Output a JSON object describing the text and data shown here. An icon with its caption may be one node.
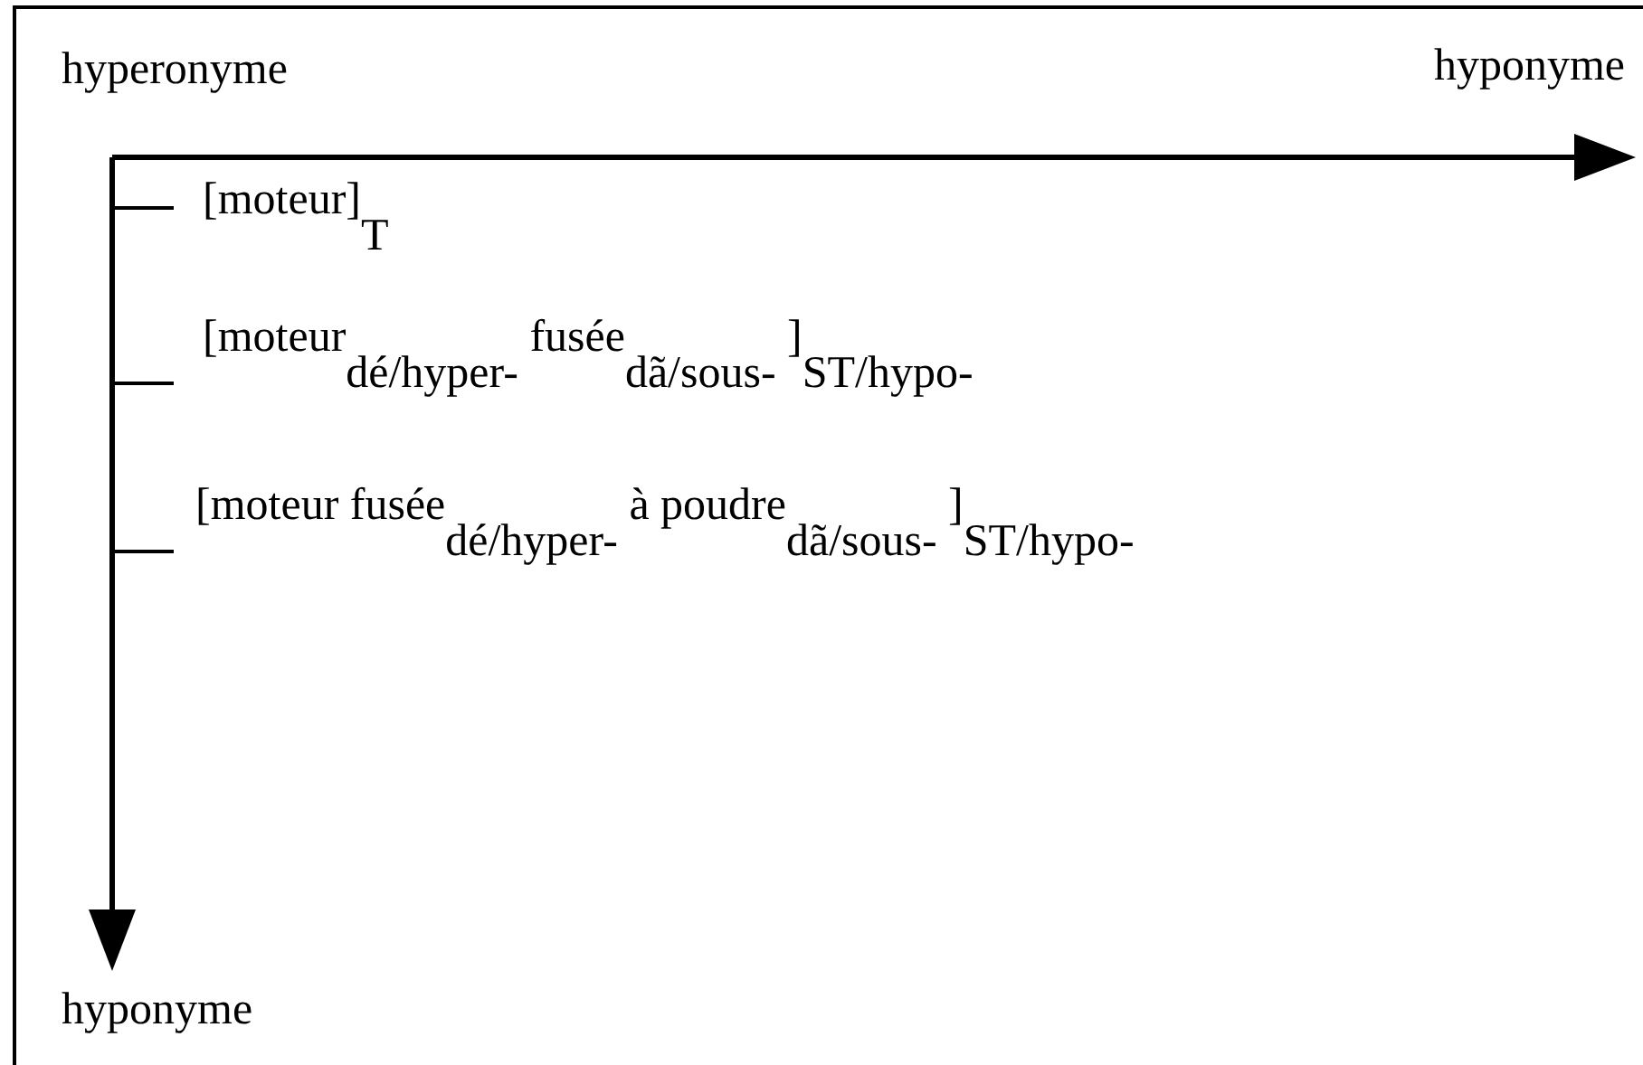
{
  "diagram": {
    "labels": [
      "hyperonyme",
      "hyponyme",
      "[moteur]$_{T}$",
      "[moteur$_{dé/hyper-}$ fusée$_{dã/sous-}$ ]$_{ST/hypo-}$",
      "[moteur fusée$_{dé/hyper-}$ à poudre$_{dã/sous-}$ ]$_{ST/hypo-}$",
      "hyponyme"
    ]
  }
}
